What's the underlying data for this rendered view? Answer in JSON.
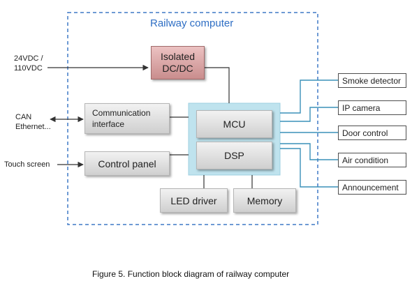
{
  "diagram": {
    "container_title": "Railway computer",
    "blocks": {
      "isolated": [
        "Isolated",
        "DC/DC"
      ],
      "comm": [
        "Communication",
        "interface"
      ],
      "control_panel": "Control panel",
      "mcu": "MCU",
      "dsp": "DSP",
      "led_driver": "LED driver",
      "memory": "Memory"
    },
    "external_inputs": {
      "power": [
        "24VDC /",
        "110VDC"
      ],
      "network": [
        "CAN",
        "Ethernet..."
      ],
      "touch": "Touch screen"
    },
    "peripherals": [
      "Smoke detector",
      "IP camera",
      "Door control",
      "Air condition",
      "Announcement"
    ],
    "colors": {
      "container_border": "#3e78c6",
      "processor_frame": "#bfe3ee",
      "peripheral_lines": "#3a90b8",
      "isolated_block": "#d9a4a4"
    }
  },
  "caption": "Figure 5. Function block diagram of railway computer"
}
